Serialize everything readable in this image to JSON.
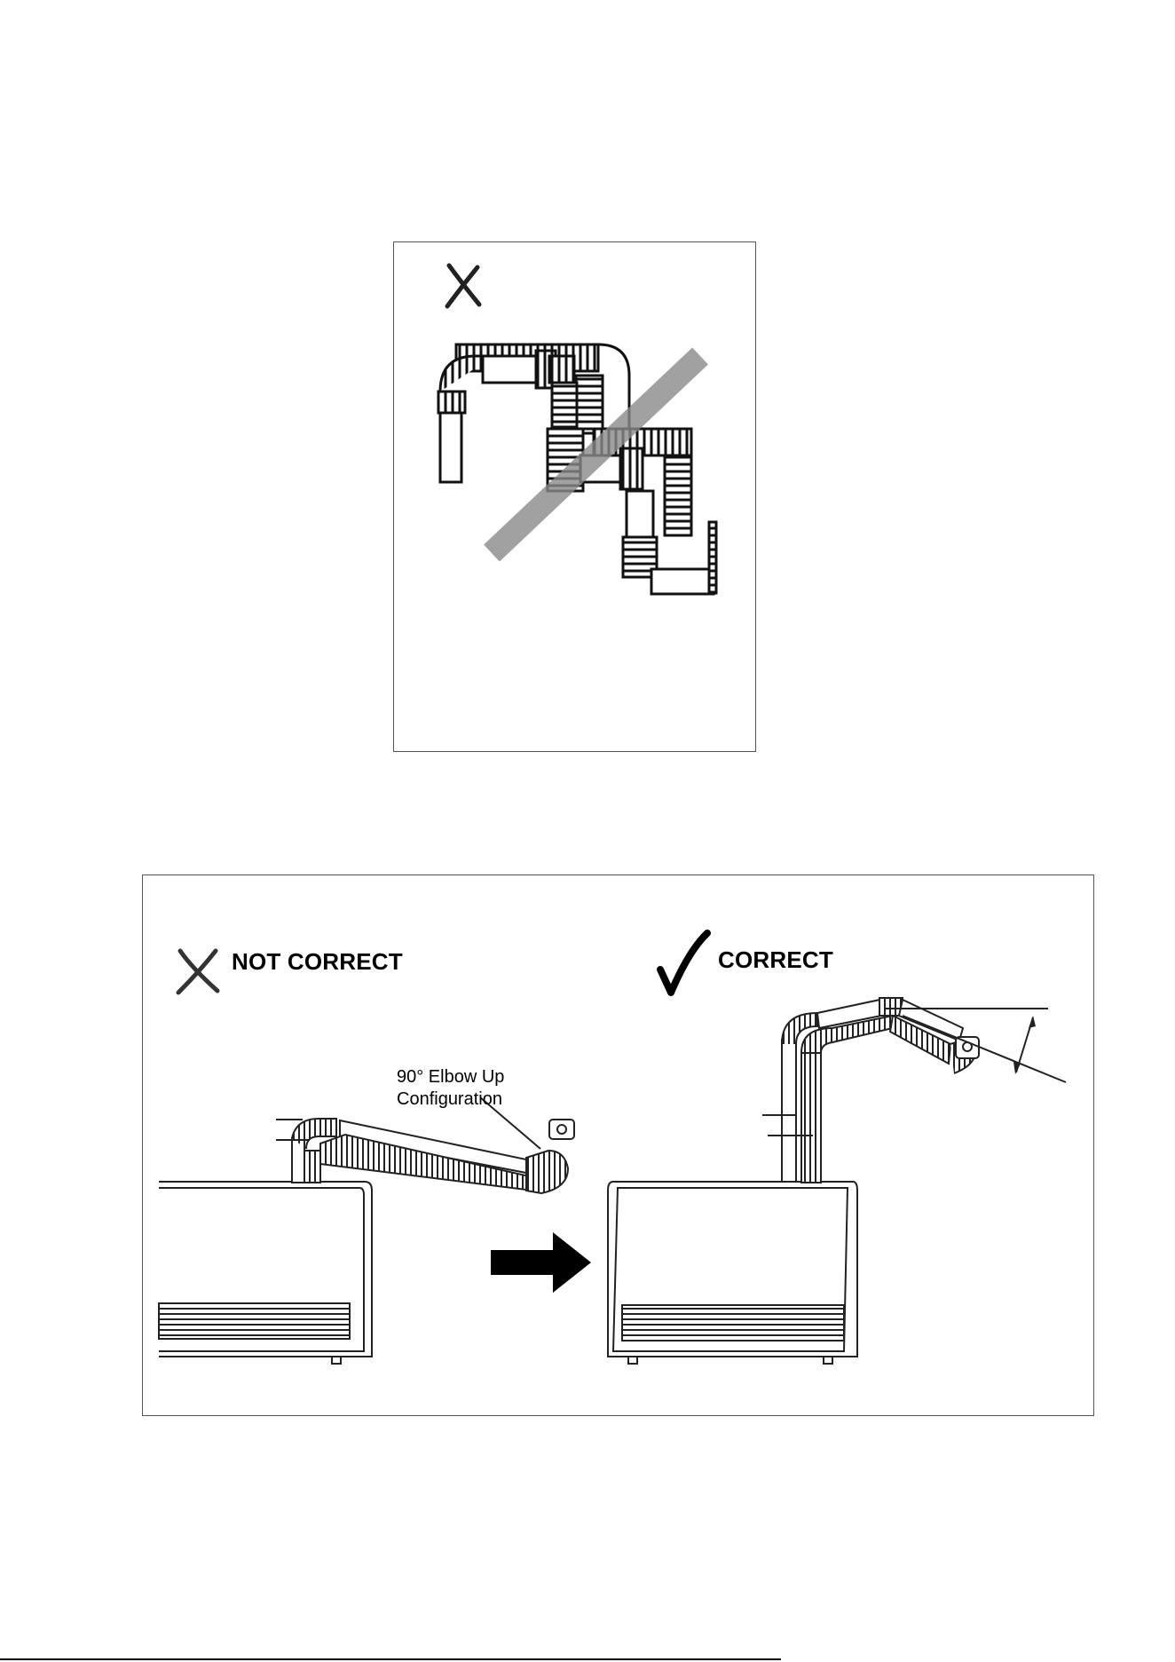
{
  "top_panel": {
    "wrong_mark": "cross-mark-icon",
    "illustration": "multiple-bend-flue-duct"
  },
  "bottom_panel": {
    "not_correct": {
      "label": "NOT CORRECT",
      "icon": "cross-mark-icon"
    },
    "correct": {
      "label": "CORRECT",
      "icon": "check-mark-icon"
    },
    "callout": {
      "line1": "90° Elbow Up",
      "line2": "Configuration"
    },
    "arrow_icon": "right-arrow-icon"
  }
}
